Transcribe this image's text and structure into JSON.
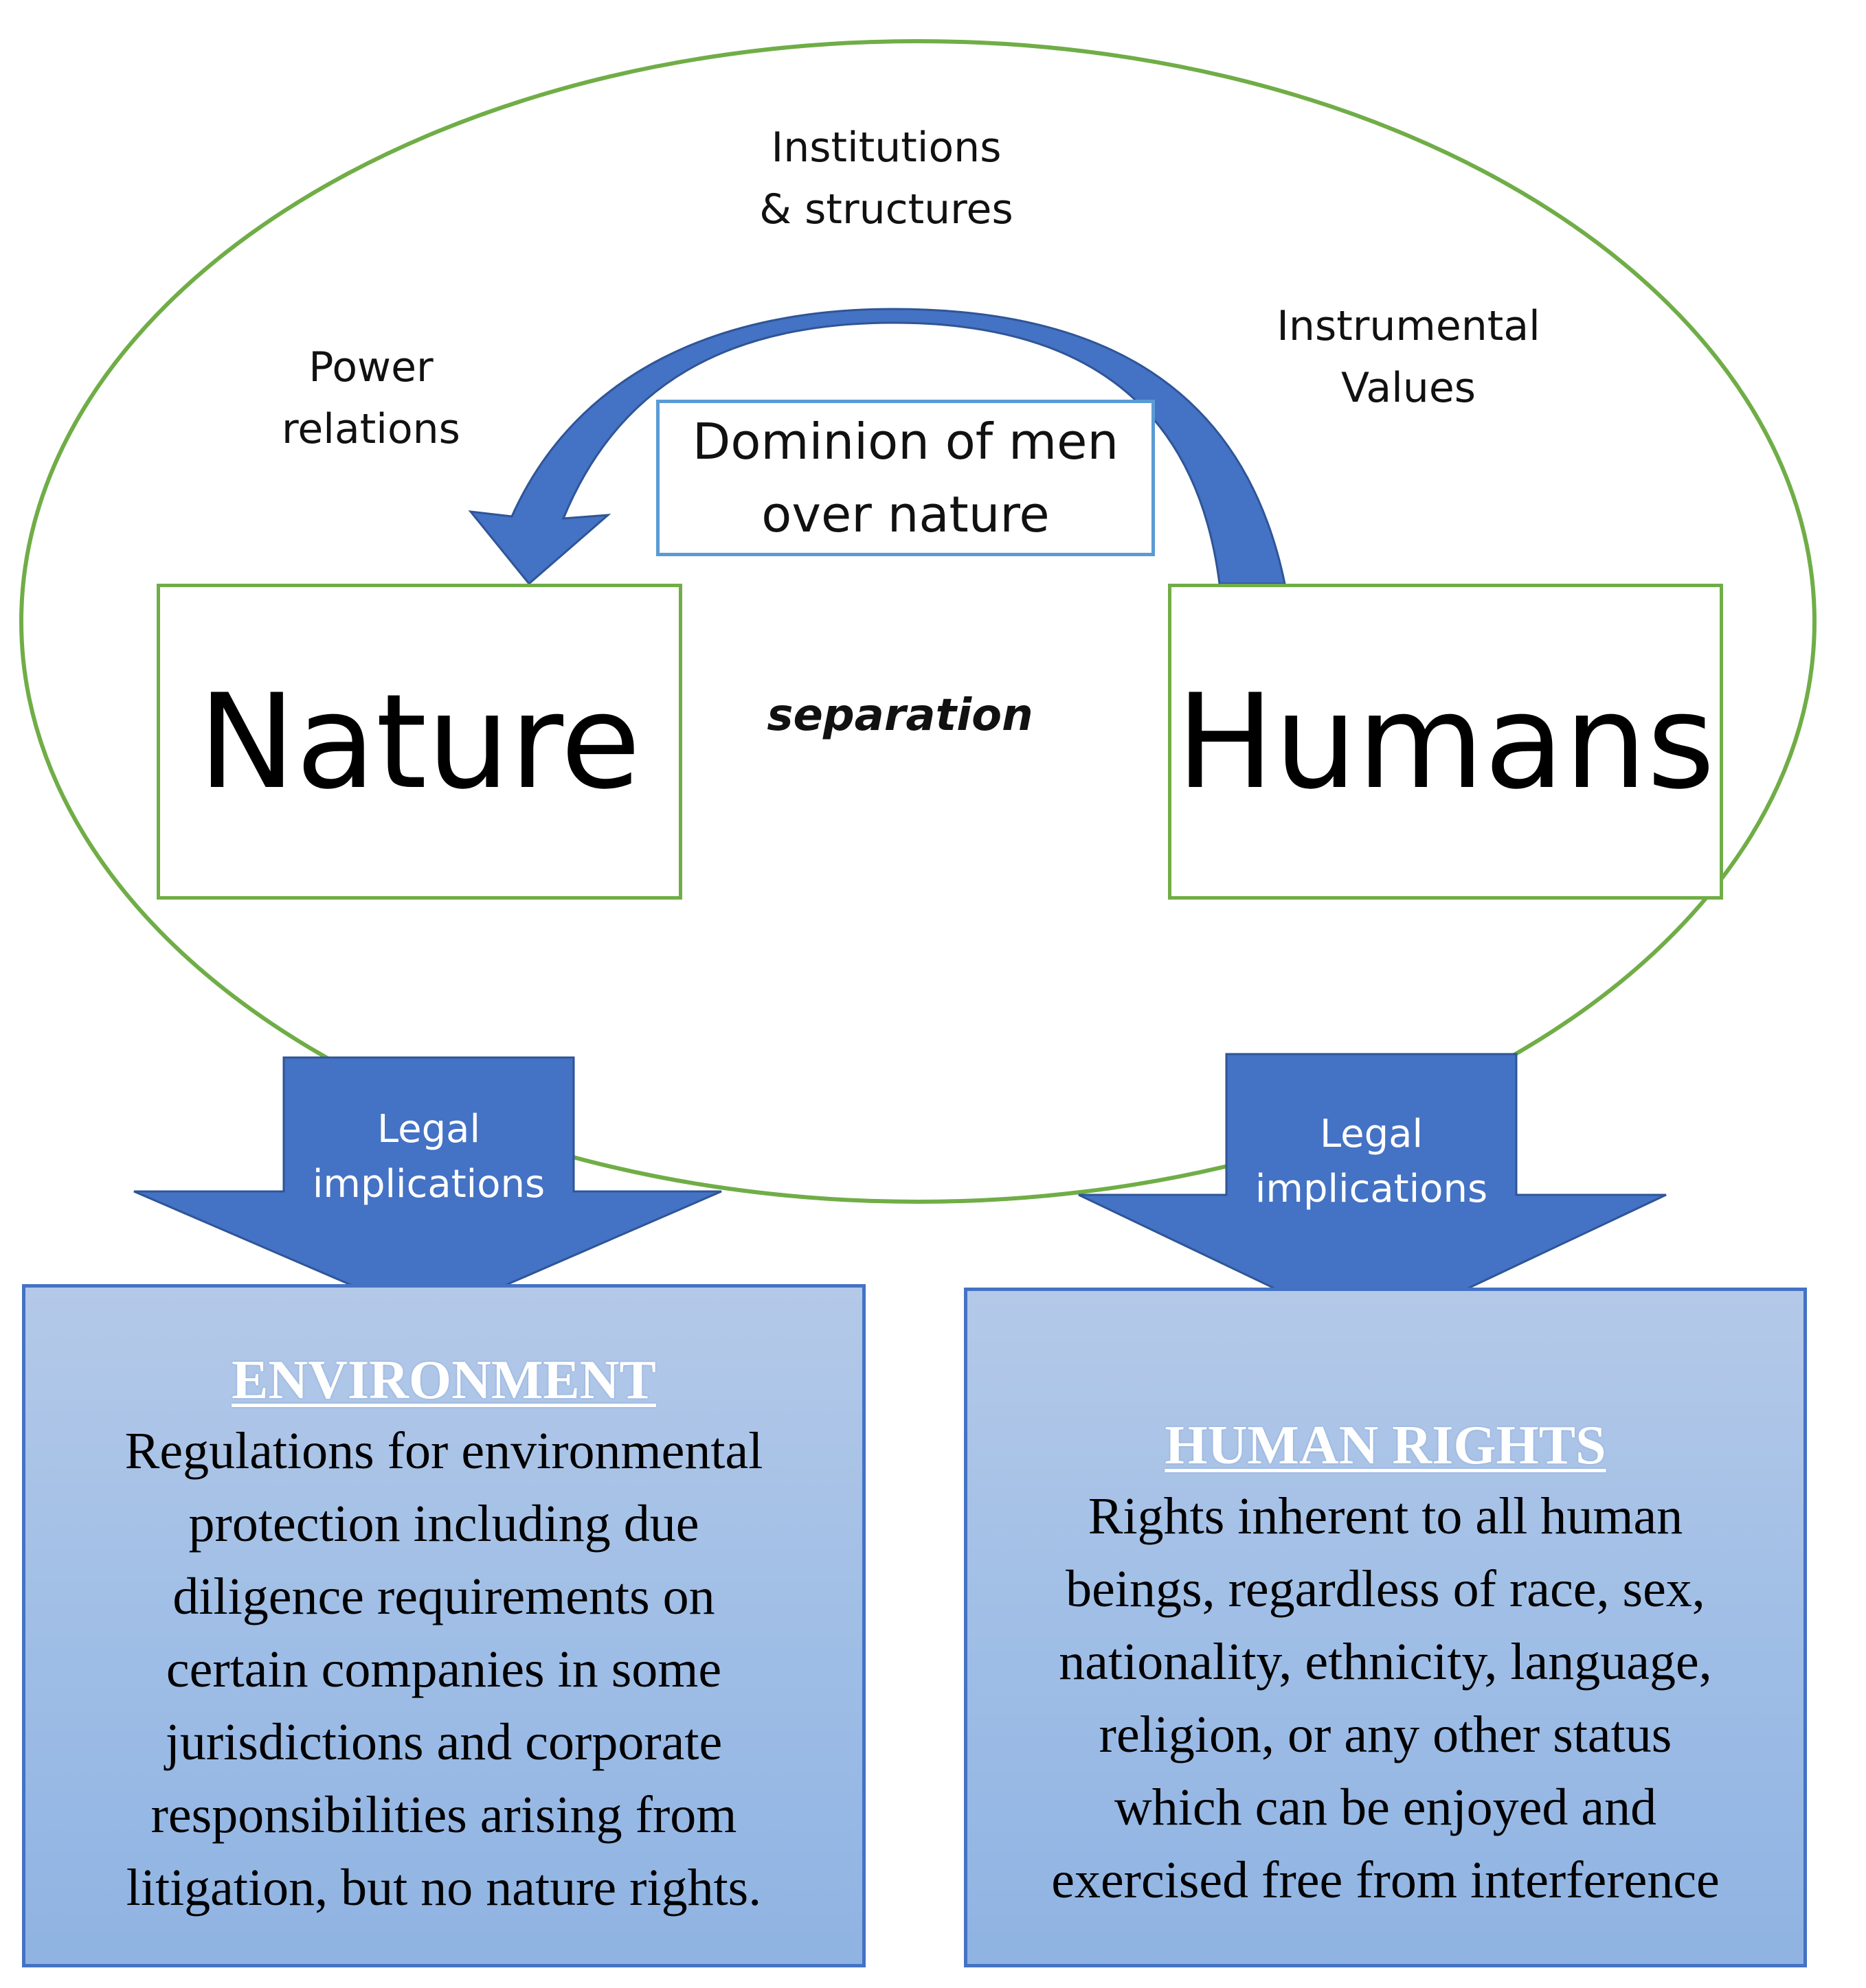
{
  "colors": {
    "ellipse": "#70ad47",
    "arrow": "#4472c4",
    "arrow_dark": "#2f5597",
    "dominion_border": "#5b9bd5",
    "box_border": "#4472c4"
  },
  "labels": {
    "institutions": [
      "Institutions",
      "& structures"
    ],
    "power": [
      "Power",
      "relations"
    ],
    "instrumental": [
      "Instrumental",
      "Values"
    ],
    "dominion": [
      "Dominion of men",
      "over nature"
    ],
    "separation": "separation"
  },
  "nodes": {
    "nature": "Nature",
    "humans": "Humans"
  },
  "legal_arrows": {
    "left": [
      "Legal",
      "implications"
    ],
    "right": [
      "Legal",
      "implications"
    ]
  },
  "environment": {
    "heading": "ENVIRONMENT",
    "lines": [
      "Regulations for environmental",
      "protection including due",
      "diligence requirements on",
      "certain companies in some",
      "jurisdictions and corporate",
      "responsibilities arising from",
      "litigation, but no nature rights."
    ]
  },
  "human_rights": {
    "heading": "HUMAN RIGHTS",
    "lines": [
      "Rights inherent to all human",
      "beings, regardless of race, sex,",
      "nationality, ethnicity, language,",
      "religion, or any other status",
      "which can be enjoyed and",
      "exercised free from interference"
    ]
  }
}
